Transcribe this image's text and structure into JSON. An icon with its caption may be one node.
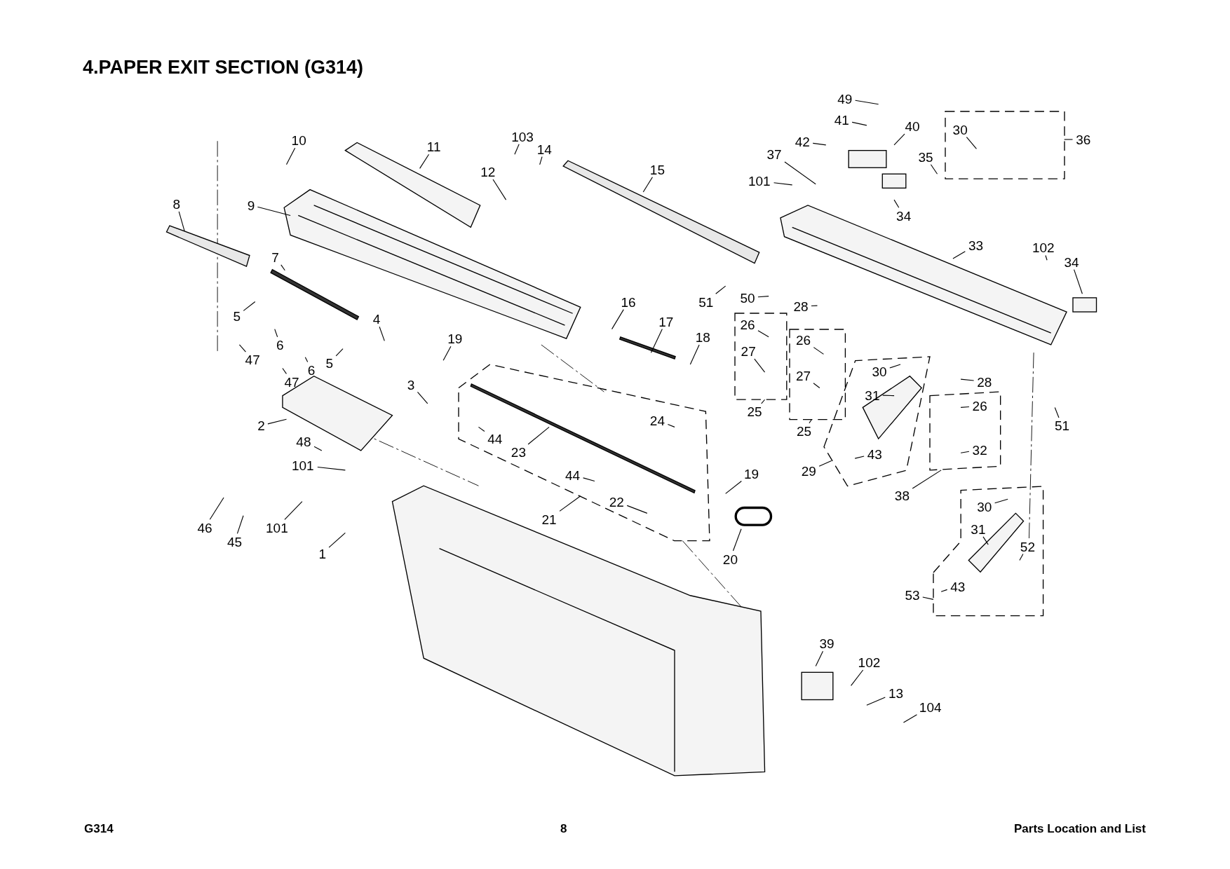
{
  "diagram": {
    "title": "4.PAPER EXIT SECTION (G314)",
    "nodes": [
      {
        "text": [
          "1"
        ]
      },
      {
        "text": [
          "2"
        ]
      },
      {
        "text": [
          "3"
        ]
      },
      {
        "text": [
          "4"
        ]
      },
      {
        "text": [
          "5"
        ]
      },
      {
        "text": [
          "5"
        ]
      },
      {
        "text": [
          "6"
        ]
      },
      {
        "text": [
          "6"
        ]
      },
      {
        "text": [
          "7"
        ]
      },
      {
        "text": [
          "8"
        ]
      },
      {
        "text": [
          "9"
        ]
      },
      {
        "text": [
          "10"
        ]
      },
      {
        "text": [
          "11"
        ]
      },
      {
        "text": [
          "12"
        ]
      },
      {
        "text": [
          "103"
        ]
      },
      {
        "text": [
          "14"
        ]
      },
      {
        "text": [
          "15"
        ]
      },
      {
        "text": [
          "16"
        ]
      },
      {
        "text": [
          "17"
        ]
      },
      {
        "text": [
          "18"
        ]
      },
      {
        "text": [
          "19"
        ]
      },
      {
        "text": [
          "19"
        ]
      },
      {
        "text": [
          "20"
        ]
      },
      {
        "text": [
          "21"
        ]
      },
      {
        "text": [],
        "shape": "box"
      },
      {
        "text": [
          "22"
        ],
        "in": 24
      },
      {
        "text": [
          "23"
        ],
        "in": 24
      },
      {
        "text": [
          "24"
        ],
        "in": 24
      },
      {
        "text": [
          "44"
        ],
        "in": 24
      },
      {
        "text": [
          "44"
        ],
        "in": 24
      },
      {
        "text": [
          "47"
        ]
      },
      {
        "text": [
          "47"
        ]
      },
      {
        "text": [
          "48"
        ]
      },
      {
        "text": [
          "101"
        ]
      },
      {
        "text": [
          "101"
        ]
      },
      {
        "text": [
          "46"
        ]
      },
      {
        "text": [
          "45"
        ]
      },
      {
        "text": [
          "49"
        ]
      },
      {
        "text": [
          "41"
        ]
      },
      {
        "text": [
          "40"
        ]
      },
      {
        "text": [
          "42"
        ]
      },
      {
        "text": [
          "37"
        ]
      },
      {
        "text": [
          "101"
        ]
      },
      {
        "text": [],
        "shape": "box"
      },
      {
        "text": [
          "30"
        ],
        "in": 43
      },
      {
        "text": [
          "36"
        ]
      },
      {
        "text": [
          "35"
        ]
      },
      {
        "text": [
          "34"
        ]
      },
      {
        "text": [
          "33"
        ]
      },
      {
        "text": [
          "102"
        ]
      },
      {
        "text": [
          "34"
        ]
      },
      {
        "text": [
          "51"
        ]
      },
      {
        "text": [
          "50"
        ]
      },
      {
        "text": [
          "28"
        ]
      },
      {
        "text": [],
        "shape": "box"
      },
      {
        "text": [
          "26"
        ],
        "in": 54
      },
      {
        "text": [
          "27"
        ],
        "in": 54
      },
      {
        "text": [],
        "shape": "box"
      },
      {
        "text": [
          "26"
        ],
        "in": 57
      },
      {
        "text": [
          "27"
        ],
        "in": 57
      },
      {
        "text": [
          "25"
        ]
      },
      {
        "text": [
          "25"
        ]
      },
      {
        "text": [],
        "shape": "box"
      },
      {
        "text": [
          "30"
        ],
        "in": 62
      },
      {
        "text": [
          "31"
        ],
        "in": 62
      },
      {
        "text": [
          "43"
        ],
        "in": 62
      },
      {
        "text": [
          "29"
        ]
      },
      {
        "text": [
          "28"
        ]
      },
      {
        "text": [],
        "shape": "box"
      },
      {
        "text": [
          "26"
        ],
        "in": 68
      },
      {
        "text": [
          "32"
        ],
        "in": 68
      },
      {
        "text": [
          "38"
        ]
      },
      {
        "text": [
          "51"
        ]
      },
      {
        "text": [],
        "shape": "box"
      },
      {
        "text": [
          "30"
        ],
        "in": 73
      },
      {
        "text": [
          "31"
        ],
        "in": 73
      },
      {
        "text": [
          "52"
        ],
        "in": 73
      },
      {
        "text": [
          "43"
        ],
        "in": 73
      },
      {
        "text": [
          "53"
        ]
      },
      {
        "text": [
          "39"
        ]
      },
      {
        "text": [
          "102"
        ]
      },
      {
        "text": [
          "13"
        ]
      },
      {
        "text": [
          "104"
        ]
      }
    ],
    "edges": [
      {
        "from": 0,
        "to": null,
        "arrow": "none"
      },
      {
        "from": 1,
        "to": null,
        "arrow": "none"
      },
      {
        "from": 2,
        "to": null,
        "arrow": "none"
      },
      {
        "from": 3,
        "to": null,
        "arrow": "none"
      },
      {
        "from": 4,
        "to": null,
        "arrow": "none"
      },
      {
        "from": 5,
        "to": null,
        "arrow": "none"
      },
      {
        "from": 6,
        "to": null,
        "arrow": "none"
      },
      {
        "from": 7,
        "to": null,
        "arrow": "none"
      },
      {
        "from": 8,
        "to": null,
        "arrow": "none"
      },
      {
        "from": 9,
        "to": null,
        "arrow": "none"
      },
      {
        "from": 10,
        "to": null,
        "arrow": "none"
      },
      {
        "from": 11,
        "to": null,
        "arrow": "none"
      },
      {
        "from": 12,
        "to": null,
        "arrow": "none"
      },
      {
        "from": 13,
        "to": null,
        "arrow": "none"
      },
      {
        "from": 14,
        "to": null,
        "arrow": "none"
      },
      {
        "from": 15,
        "to": null,
        "arrow": "none"
      },
      {
        "from": 16,
        "to": null,
        "arrow": "none"
      },
      {
        "from": 17,
        "to": null,
        "arrow": "none"
      },
      {
        "from": 18,
        "to": null,
        "arrow": "none"
      },
      {
        "from": 19,
        "to": null,
        "arrow": "none"
      },
      {
        "from": 20,
        "to": null,
        "arrow": "none"
      },
      {
        "from": 21,
        "to": null,
        "arrow": "none"
      },
      {
        "from": 22,
        "to": null,
        "arrow": "none"
      },
      {
        "from": 23,
        "to": 24,
        "arrow": "none"
      },
      {
        "from": 25,
        "to": null,
        "arrow": "none"
      },
      {
        "from": 26,
        "to": null,
        "arrow": "none"
      },
      {
        "from": 27,
        "to": null,
        "arrow": "none"
      },
      {
        "from": 28,
        "to": null,
        "arrow": "none"
      },
      {
        "from": 29,
        "to": null,
        "arrow": "none"
      },
      {
        "from": 30,
        "to": null,
        "arrow": "none"
      },
      {
        "from": 31,
        "to": null,
        "arrow": "none"
      },
      {
        "from": 32,
        "to": null,
        "arrow": "none"
      },
      {
        "from": 33,
        "to": null,
        "arrow": "none"
      },
      {
        "from": 34,
        "to": null,
        "arrow": "none"
      },
      {
        "from": 35,
        "to": null,
        "arrow": "none"
      },
      {
        "from": 36,
        "to": null,
        "arrow": "none"
      },
      {
        "from": 37,
        "to": null,
        "arrow": "none"
      },
      {
        "from": 38,
        "to": null,
        "arrow": "none"
      },
      {
        "from": 39,
        "to": null,
        "arrow": "none"
      },
      {
        "from": 40,
        "to": null,
        "arrow": "none"
      },
      {
        "from": 41,
        "to": null,
        "arrow": "none"
      },
      {
        "from": 42,
        "to": null,
        "arrow": "none"
      },
      {
        "from": 44,
        "to": null,
        "arrow": "none"
      },
      {
        "from": 45,
        "to": 43,
        "arrow": "none"
      },
      {
        "from": 46,
        "to": null,
        "arrow": "none"
      },
      {
        "from": 47,
        "to": null,
        "arrow": "none"
      },
      {
        "from": 48,
        "to": null,
        "arrow": "none"
      },
      {
        "from": 49,
        "to": null,
        "arrow": "none"
      },
      {
        "from": 50,
        "to": null,
        "arrow": "none"
      },
      {
        "from": 51,
        "to": null,
        "arrow": "none"
      },
      {
        "from": 52,
        "to": null,
        "arrow": "none"
      },
      {
        "from": 53,
        "to": null,
        "arrow": "none"
      },
      {
        "from": 55,
        "to": null,
        "arrow": "none"
      },
      {
        "from": 56,
        "to": null,
        "arrow": "none"
      },
      {
        "from": 58,
        "to": null,
        "arrow": "none"
      },
      {
        "from": 59,
        "to": null,
        "arrow": "none"
      },
      {
        "from": 60,
        "to": 54,
        "arrow": "none"
      },
      {
        "from": 61,
        "to": 57,
        "arrow": "none"
      },
      {
        "from": 63,
        "to": null,
        "arrow": "none"
      },
      {
        "from": 64,
        "to": null,
        "arrow": "none"
      },
      {
        "from": 65,
        "to": null,
        "arrow": "none"
      },
      {
        "from": 66,
        "to": 62,
        "arrow": "none"
      },
      {
        "from": 67,
        "to": null,
        "arrow": "none"
      },
      {
        "from": 69,
        "to": null,
        "arrow": "none"
      },
      {
        "from": 70,
        "to": null,
        "arrow": "none"
      },
      {
        "from": 71,
        "to": 68,
        "arrow": "none"
      },
      {
        "from": 72,
        "to": null,
        "arrow": "none"
      },
      {
        "from": 74,
        "to": null,
        "arrow": "none"
      },
      {
        "from": 75,
        "to": null,
        "arrow": "none"
      },
      {
        "from": 76,
        "to": null,
        "arrow": "none"
      },
      {
        "from": 77,
        "to": null,
        "arrow": "none"
      },
      {
        "from": 78,
        "to": 73,
        "arrow": "none"
      },
      {
        "from": 79,
        "to": null,
        "arrow": "none"
      },
      {
        "from": 80,
        "to": null,
        "arrow": "none"
      },
      {
        "from": 81,
        "to": null,
        "arrow": "none"
      },
      {
        "from": 82,
        "to": null,
        "arrow": "none"
      }
    ],
    "labels": [
      "G314",
      "8",
      "Parts Location and List"
    ]
  }
}
